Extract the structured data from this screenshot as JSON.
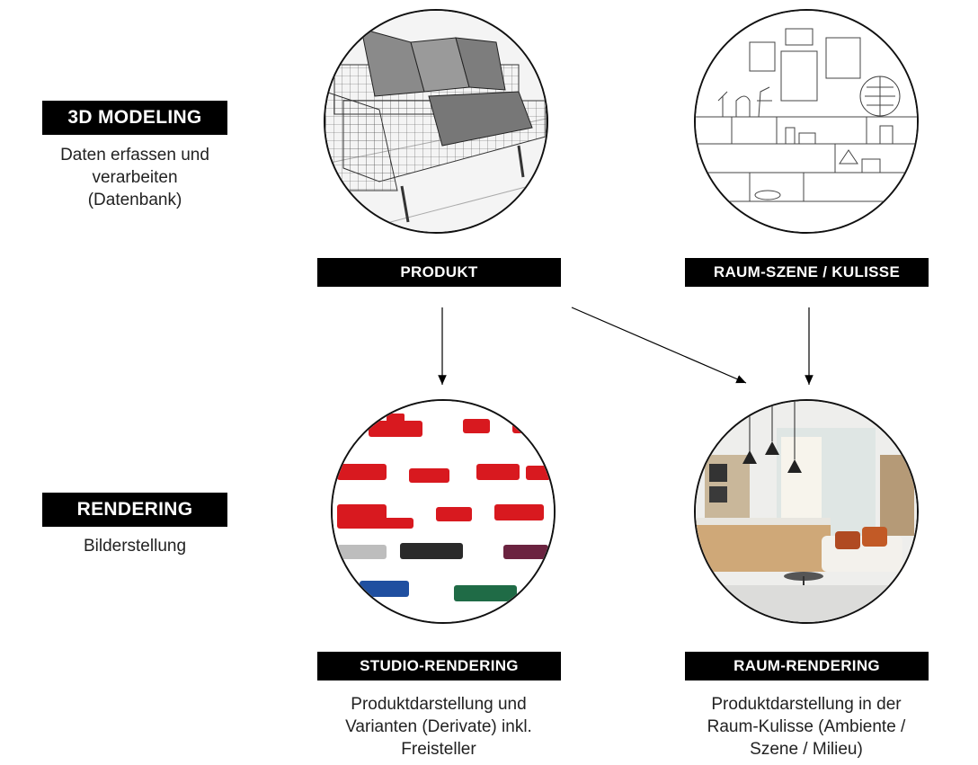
{
  "stages": {
    "modeling": {
      "title": "3D MODELING",
      "desc_lines": [
        "Daten erfassen und",
        "verarbeiten",
        "(Datenbank)"
      ]
    },
    "rendering": {
      "title": "RENDERING",
      "desc_lines": [
        "Bilderstellung"
      ]
    }
  },
  "nodes": {
    "produkt": {
      "label": "PRODUKT",
      "icon": "sofa-wireframe-icon"
    },
    "raum_szene": {
      "label": "RAUM-SZENE / KULISSE",
      "icon": "room-sketch-icon"
    },
    "studio_rendering": {
      "label": "STUDIO-RENDERING",
      "icon": "sofa-variants-icon",
      "desc_lines": [
        "Produktdarstellung und",
        "Varianten (Derivate) inkl.",
        "Freisteller"
      ]
    },
    "raum_rendering": {
      "label": "RAUM-RENDERING",
      "icon": "rendered-room-icon",
      "desc_lines": [
        "Produktdarstellung in der",
        "Raum-Kulisse (Ambiente /",
        "Szene / Milieu)"
      ]
    }
  },
  "edges": [
    {
      "from": "produkt",
      "to": "studio_rendering"
    },
    {
      "from": "produkt",
      "to": "raum_rendering"
    },
    {
      "from": "raum_szene",
      "to": "raum_rendering"
    }
  ],
  "colors": {
    "label_bg": "#000000",
    "label_text": "#ffffff",
    "sofa_red": "#d8191f"
  }
}
